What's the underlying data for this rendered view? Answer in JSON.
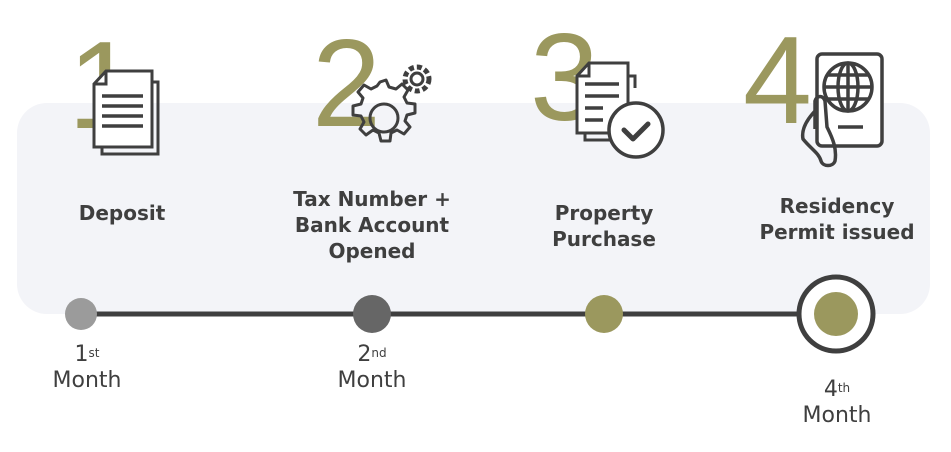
{
  "colors": {
    "accent": "#9b985e",
    "dark": "#3f3f3f",
    "panel": "#f3f4f8",
    "step1_dot": "#9b9b9b",
    "step2_dot": "#666666"
  },
  "steps": [
    {
      "number": "1",
      "icon": "document-icon",
      "label_lines": [
        "Deposit"
      ],
      "month_num": "1",
      "month_suffix": "st",
      "month_word": "Month"
    },
    {
      "number": "2",
      "icon": "gears-icon",
      "label_lines": [
        "Tax Number +",
        "Bank Account",
        "Opened"
      ],
      "month_num": "2",
      "month_suffix": "nd",
      "month_word": "Month"
    },
    {
      "number": "3",
      "icon": "document-check-icon",
      "label_lines": [
        "Property",
        "Purchase"
      ]
    },
    {
      "number": "4",
      "icon": "passport-icon",
      "label_lines": [
        "Residency",
        "Permit issued"
      ],
      "month_num": "4",
      "month_suffix": "th",
      "month_word": "Month"
    }
  ]
}
